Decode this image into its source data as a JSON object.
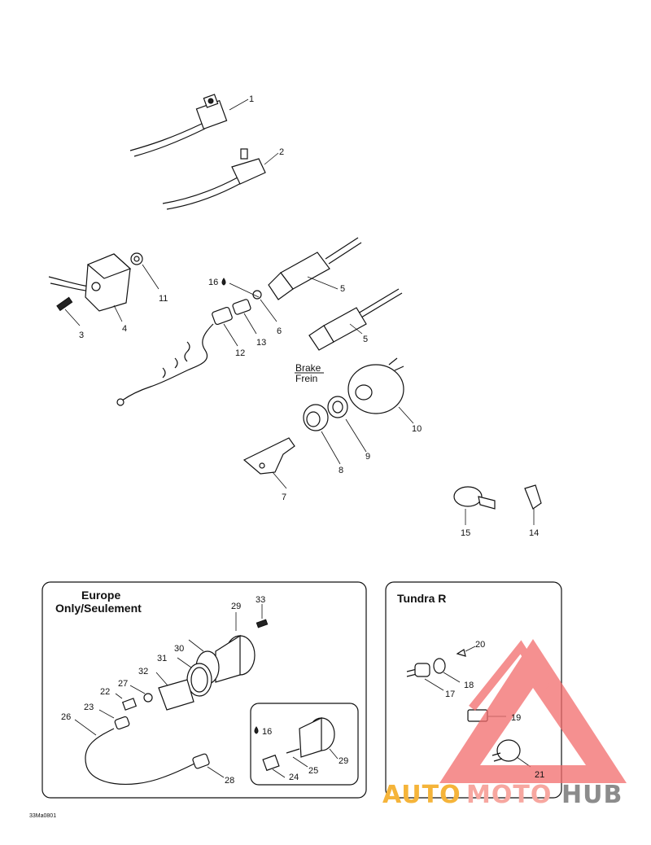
{
  "parts": [
    {
      "id": "part-1",
      "label": "1"
    },
    {
      "id": "part-2",
      "label": "2"
    },
    {
      "id": "part-3",
      "label": "3"
    },
    {
      "id": "part-4",
      "label": "4"
    },
    {
      "id": "part-5a",
      "label": "5"
    },
    {
      "id": "part-5b",
      "label": "5"
    },
    {
      "id": "part-6",
      "label": "6"
    },
    {
      "id": "part-7",
      "label": "7"
    },
    {
      "id": "part-8",
      "label": "8"
    },
    {
      "id": "part-9",
      "label": "9"
    },
    {
      "id": "part-10",
      "label": "10"
    },
    {
      "id": "part-11",
      "label": "11"
    },
    {
      "id": "part-12",
      "label": "12"
    },
    {
      "id": "part-13",
      "label": "13"
    },
    {
      "id": "part-14",
      "label": "14"
    },
    {
      "id": "part-15",
      "label": "15"
    },
    {
      "id": "part-16a",
      "label": "16"
    },
    {
      "id": "part-16b",
      "label": "16"
    },
    {
      "id": "part-17",
      "label": "17"
    },
    {
      "id": "part-18",
      "label": "18"
    },
    {
      "id": "part-19",
      "label": "19"
    },
    {
      "id": "part-20",
      "label": "20"
    },
    {
      "id": "part-21",
      "label": "21"
    },
    {
      "id": "part-22",
      "label": "22"
    },
    {
      "id": "part-23",
      "label": "23"
    },
    {
      "id": "part-24",
      "label": "24"
    },
    {
      "id": "part-25",
      "label": "25"
    },
    {
      "id": "part-26",
      "label": "26"
    },
    {
      "id": "part-27",
      "label": "27"
    },
    {
      "id": "part-28",
      "label": "28"
    },
    {
      "id": "part-29a",
      "label": "29"
    },
    {
      "id": "part-29b",
      "label": "29"
    },
    {
      "id": "part-30",
      "label": "30"
    },
    {
      "id": "part-31",
      "label": "31"
    },
    {
      "id": "part-32",
      "label": "32"
    },
    {
      "id": "part-33",
      "label": "33"
    }
  ],
  "brake_label": {
    "line1": "Brake",
    "line2": "Frein"
  },
  "europe_box": {
    "title_line1": "Europe",
    "title_line2": "Only/Seulement"
  },
  "tundra_box": {
    "title": "Tundra R"
  },
  "figure_code": "33Ma0801",
  "watermark": {
    "part1": "AUTO",
    "part2": "MOTO",
    "part3": "HUB",
    "color_auto": "#f5b43a",
    "color_moto": "#f7a7a0",
    "color_hub": "#8c8c8c",
    "color_triangle": "#f26b6b"
  }
}
